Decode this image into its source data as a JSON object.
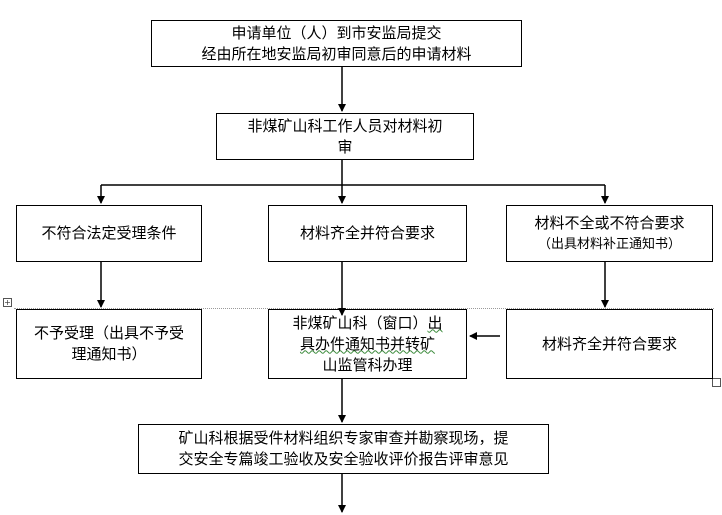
{
  "nodes": {
    "apply": {
      "line1": "申请单位（人）到市安监局提交",
      "line2": "经由所在地安监局初审同意后的申请材料"
    },
    "initial_review": {
      "line1": "非煤矿山科工作人员对材料初",
      "line2": "审"
    },
    "not_qualified": {
      "line1": "不符合法定受理条件"
    },
    "complete": {
      "line1": "材料齐全并符合要求"
    },
    "incomplete": {
      "line1": "材料不全或不符合要求",
      "line2": "（出具材料补正通知书）"
    },
    "reject": {
      "line1": "不予受理（出具不予受",
      "line2": "理通知书）"
    },
    "window": {
      "line1_a": "非煤矿山科（窗口）",
      "line1_b": "出",
      "line2_a": "具办件通知书并转矿",
      "line3": "山监管科办理"
    },
    "resubmitted": {
      "line1": "材料齐全并符合要求"
    },
    "expert_review": {
      "line1": "矿山科根据受件材料组织专家审查并勘察现场，提",
      "line2": "交安全专篇竣工验收及安全验收评价报告评审意见"
    }
  }
}
